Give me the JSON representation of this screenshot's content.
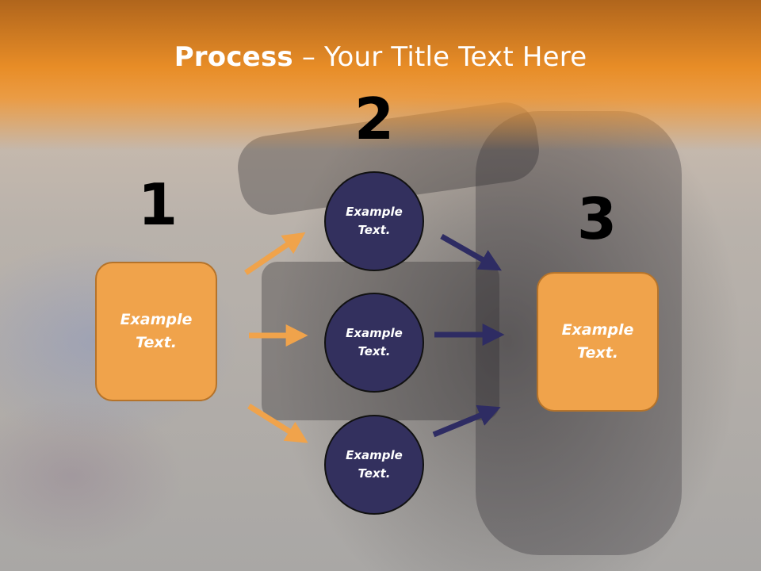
{
  "title": {
    "bold": "Process",
    "rest": " – Your Title Text Here"
  },
  "steps": [
    {
      "number": "1"
    },
    {
      "number": "2"
    },
    {
      "number": "3"
    }
  ],
  "start_box": {
    "label": "Example\nText."
  },
  "end_box": {
    "label": "Example\nText."
  },
  "circles": [
    {
      "label": "Example\nText."
    },
    {
      "label": "Example\nText."
    },
    {
      "label": "Example\nText."
    }
  ],
  "colors": {
    "title_band": "#e88d27",
    "box_fill": "#f0a34b",
    "box_border": "#b5732a",
    "circle_fill": "#33305e",
    "orange_arrow": "#f0a34b",
    "navy_arrow": "#2e2c63"
  }
}
